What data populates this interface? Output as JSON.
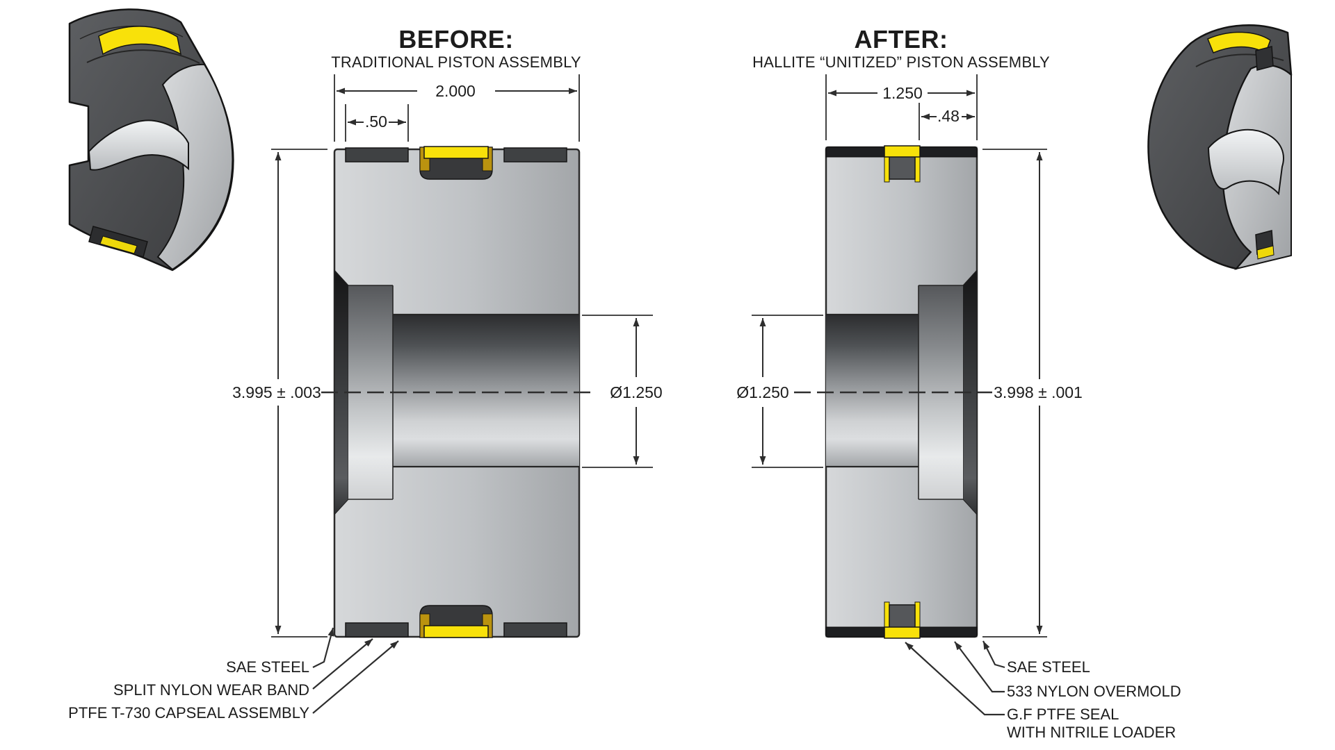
{
  "before": {
    "title": "BEFORE:",
    "subtitle": "TRADITIONAL PISTON ASSEMBLY",
    "dims": {
      "overall_width": "2.000",
      "wear_band_width": ".50",
      "outer_height": "3.995 ± .003",
      "bore_diameter": "Ø1.250"
    },
    "callouts": {
      "steel": "SAE STEEL",
      "wear_band": "SPLIT NYLON WEAR BAND",
      "capseal": "PTFE T-730 CAPSEAL ASSEMBLY"
    }
  },
  "after": {
    "title": "AFTER:",
    "subtitle": "HALLITE “UNITIZED” PISTON ASSEMBLY",
    "dims": {
      "overall_width": "1.250",
      "seal_width": ".48",
      "outer_height": "3.998 ± .001",
      "bore_diameter": "Ø1.250"
    },
    "callouts": {
      "steel": "SAE STEEL",
      "overmold": "533 NYLON OVERMOLD",
      "seal_line1": "G.F PTFE SEAL",
      "seal_line2": "WITH NITRILE LOADER"
    }
  },
  "colors": {
    "seal_yellow": "#f8e10a",
    "gold_backup": "#ba930f",
    "steel_gray": "#c0c3c6",
    "dark_band": "#3f4143",
    "overmold_black": "#1e1f21",
    "line": "#2e2e2e"
  }
}
